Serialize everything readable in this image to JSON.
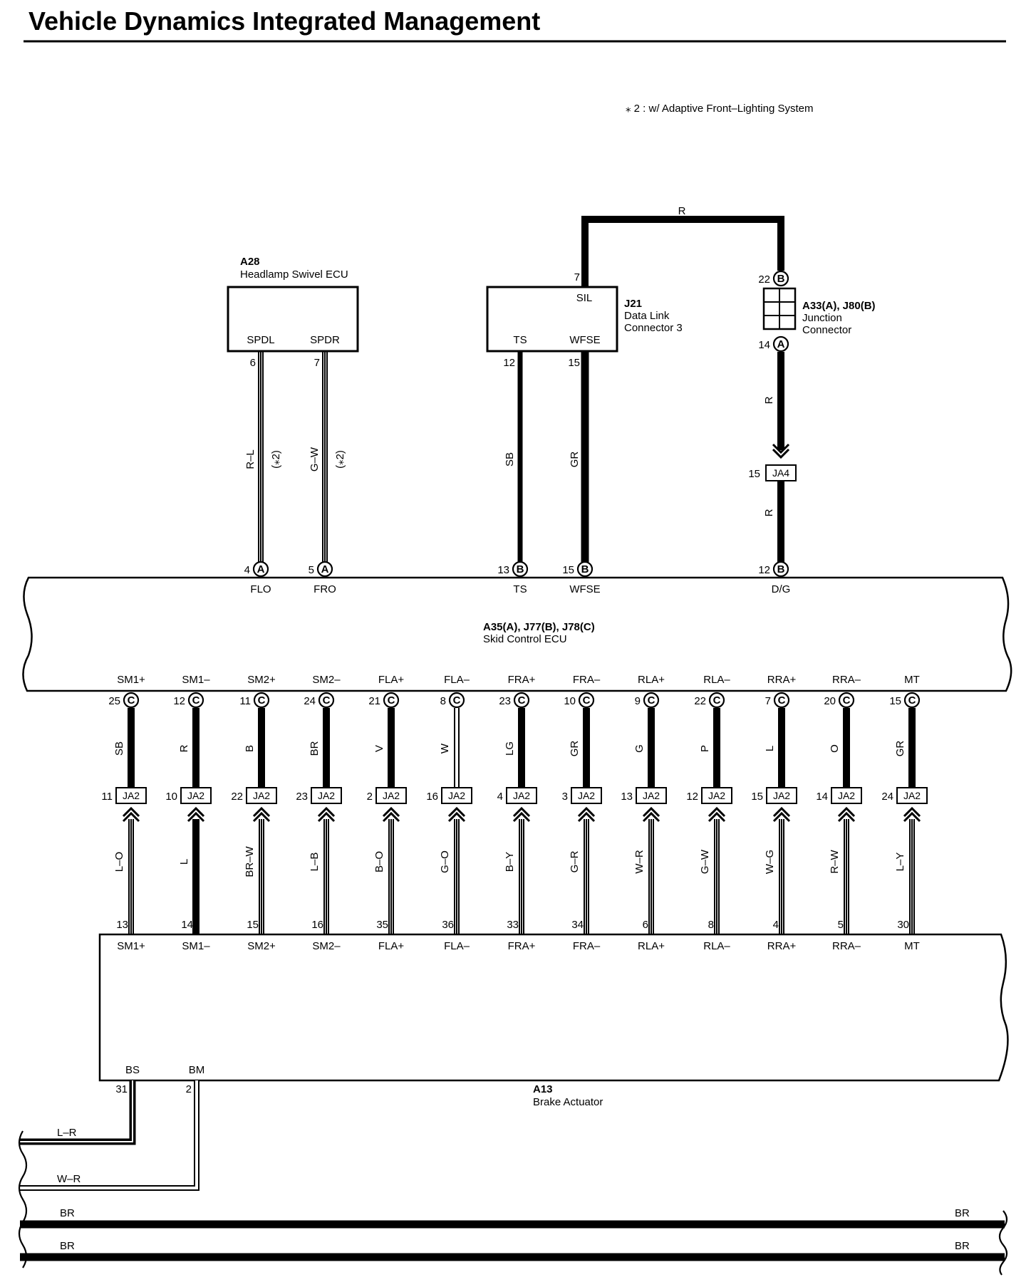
{
  "title": "Vehicle Dynamics Integrated Management",
  "note": "⁎ 2 : w/ Adaptive Front–Lighting System",
  "components": {
    "headlamp": {
      "id": "A28",
      "name": "Headlamp Swivel ECU",
      "pins": [
        "SPDL",
        "SPDR"
      ]
    },
    "dlc": {
      "id": "J21",
      "name_lines": [
        "Data Link",
        "Connector 3"
      ],
      "pins": [
        "SIL",
        "TS",
        "WFSE"
      ]
    },
    "junction": {
      "id": "A33(A), J80(B)",
      "name_lines": [
        "Junction",
        "Connector"
      ]
    },
    "skid_ecu": {
      "id": "A35(A), J77(B), J78(C)",
      "name": "Skid Control ECU"
    },
    "brake_actuator": {
      "id": "A13",
      "name": "Brake Actuator"
    }
  },
  "upper_wires": [
    {
      "src_pin": "6",
      "color": "R–L",
      "note": "(⁎2)",
      "dst_pin": "4",
      "dst_conn": "A",
      "ecu_terminal": "FLO"
    },
    {
      "src_pin": "7",
      "color": "G–W",
      "note": "(⁎2)",
      "dst_pin": "5",
      "dst_conn": "A",
      "ecu_terminal": "FRO"
    },
    {
      "src_pin": "12",
      "color": "SB",
      "note": "",
      "dst_pin": "13",
      "dst_conn": "B",
      "ecu_terminal": "TS"
    },
    {
      "src_pin": "15",
      "color": "GR",
      "note": "",
      "dst_pin": "15",
      "dst_conn": "B",
      "ecu_terminal": "WFSE"
    }
  ],
  "sil_circuit": {
    "sil_pin": "7",
    "top_wire": "R",
    "junction_in_pin": "22",
    "junction_in_conn": "B",
    "junction_out_pin": "14",
    "junction_out_conn": "A",
    "wire1": "R",
    "ja4_pin": "15",
    "ja4_label": "JA4",
    "wire2": "R",
    "ecu_pin": "12",
    "ecu_conn": "B",
    "ecu_terminal": "D/G"
  },
  "lower_wires": [
    {
      "terminal": "SM1+",
      "ecu_pin": "25",
      "wire1": "SB",
      "ja_pin": "11",
      "wire2": "L–O",
      "act_pin": "13"
    },
    {
      "terminal": "SM1–",
      "ecu_pin": "12",
      "wire1": "R",
      "ja_pin": "10",
      "wire2": "L",
      "act_pin": "14"
    },
    {
      "terminal": "SM2+",
      "ecu_pin": "11",
      "wire1": "B",
      "ja_pin": "22",
      "wire2": "BR–W",
      "act_pin": "15"
    },
    {
      "terminal": "SM2–",
      "ecu_pin": "24",
      "wire1": "BR",
      "ja_pin": "23",
      "wire2": "L–B",
      "act_pin": "16"
    },
    {
      "terminal": "FLA+",
      "ecu_pin": "21",
      "wire1": "V",
      "ja_pin": "2",
      "wire2": "B–O",
      "act_pin": "35"
    },
    {
      "terminal": "FLA–",
      "ecu_pin": "8",
      "wire1": "W",
      "ja_pin": "16",
      "wire2": "G–O",
      "act_pin": "36"
    },
    {
      "terminal": "FRA+",
      "ecu_pin": "23",
      "wire1": "LG",
      "ja_pin": "4",
      "wire2": "B–Y",
      "act_pin": "33"
    },
    {
      "terminal": "FRA–",
      "ecu_pin": "10",
      "wire1": "GR",
      "ja_pin": "3",
      "wire2": "G–R",
      "act_pin": "34"
    },
    {
      "terminal": "RLA+",
      "ecu_pin": "9",
      "wire1": "G",
      "ja_pin": "13",
      "wire2": "W–R",
      "act_pin": "6"
    },
    {
      "terminal": "RLA–",
      "ecu_pin": "22",
      "wire1": "P",
      "ja_pin": "12",
      "wire2": "G–W",
      "act_pin": "8"
    },
    {
      "terminal": "RRA+",
      "ecu_pin": "7",
      "wire1": "L",
      "ja_pin": "15",
      "wire2": "W–G",
      "act_pin": "4"
    },
    {
      "terminal": "RRA–",
      "ecu_pin": "20",
      "wire1": "O",
      "ja_pin": "14",
      "wire2": "R–W",
      "act_pin": "5"
    },
    {
      "terminal": "MT",
      "ecu_pin": "15",
      "wire1": "GR",
      "ja_pin": "24",
      "wire2": "L–Y",
      "act_pin": "30"
    }
  ],
  "lower_conn": "C",
  "ja2_label": "JA2",
  "actuator_outputs": [
    {
      "terminal": "BS",
      "pin": "31",
      "wire": "L–R"
    },
    {
      "terminal": "BM",
      "pin": "2",
      "wire": "W–R"
    }
  ],
  "bus_wires": [
    {
      "left": "BR",
      "right": "BR"
    },
    {
      "left": "BR",
      "right": "BR"
    }
  ]
}
